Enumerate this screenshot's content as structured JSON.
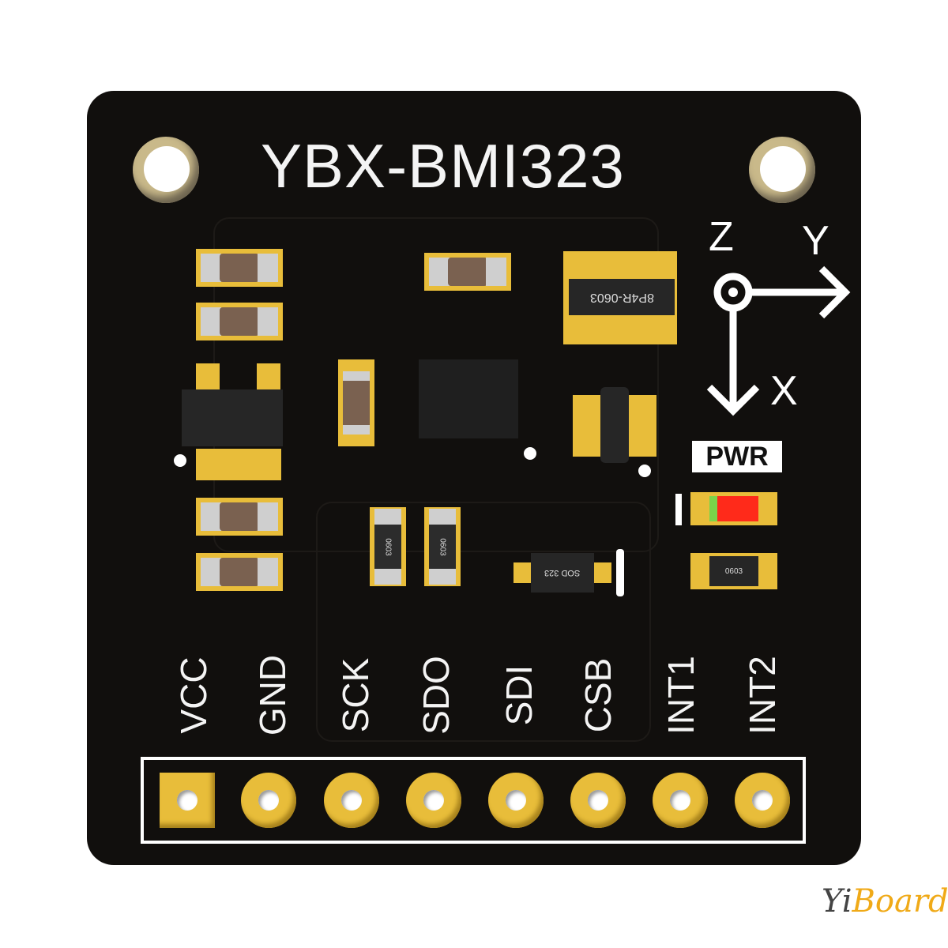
{
  "board": {
    "title": "YBX-BMI323",
    "resistor_network_label": "8P4R-0603",
    "resistor_label": "0603",
    "diode_label": "SOD 323",
    "power_led_label": "PWR",
    "axes": {
      "z": "Z",
      "y": "Y",
      "x": "X"
    },
    "pins": [
      "VCC",
      "GND",
      "SCK",
      "SDO",
      "SDI",
      "CSB",
      "INT1",
      "INT2"
    ],
    "colors": {
      "pcb": "#110f0d",
      "pad": "#e8bd3a",
      "silkscreen": "#ffffff",
      "led": "#ff2a1a"
    }
  },
  "watermark": {
    "part1": "Yi",
    "part2": "Board"
  }
}
